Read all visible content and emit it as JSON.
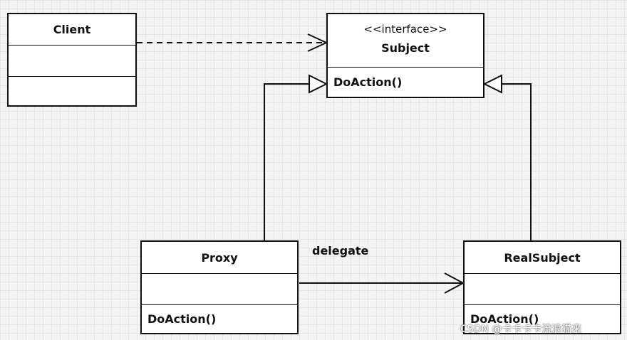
{
  "diagram": {
    "classes": {
      "client": {
        "name": "Client"
      },
      "subject": {
        "stereotype": "<<interface>>",
        "name": "Subject",
        "operation": "DoAction()"
      },
      "proxy": {
        "name": "Proxy",
        "operation": "DoAction()"
      },
      "real_subject": {
        "name": "RealSubject",
        "operation": "DoAction()"
      }
    },
    "relations": [
      {
        "from": "Client",
        "to": "Subject",
        "kind": "dependency"
      },
      {
        "from": "Proxy",
        "to": "Subject",
        "kind": "realization"
      },
      {
        "from": "RealSubject",
        "to": "Subject",
        "kind": "realization"
      },
      {
        "from": "Proxy",
        "to": "RealSubject",
        "kind": "association",
        "label": "delegate"
      }
    ],
    "delegate_label": "delegate"
  },
  "watermark": "CSDN @卡卡卡卡流浪猫来"
}
